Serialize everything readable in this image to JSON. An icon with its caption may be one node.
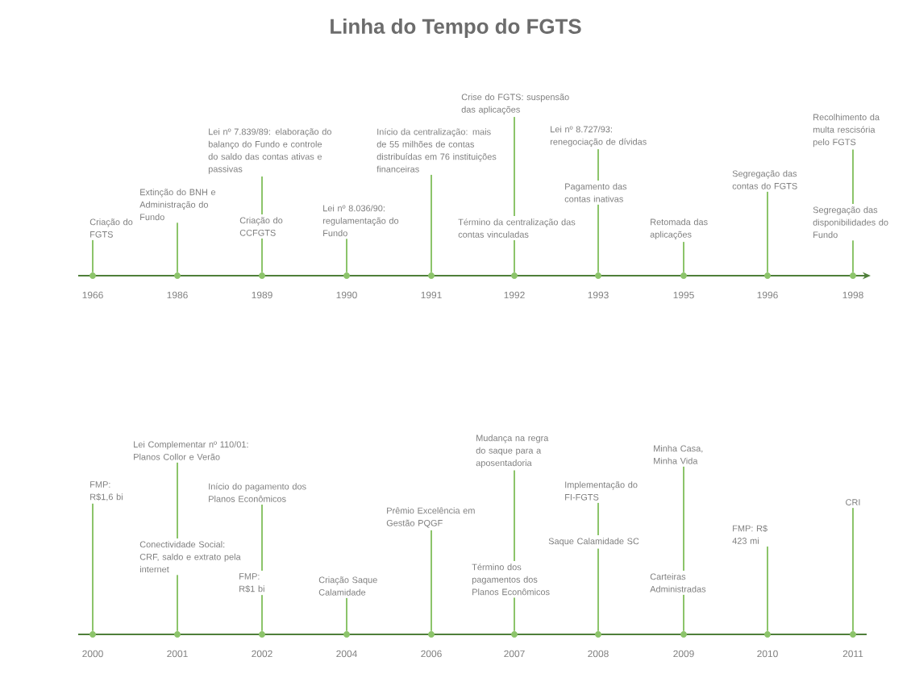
{
  "diagram": {
    "title": "Linha do Tempo do FGTS",
    "nodes": [
      {
        "text": [
          "Criação do FGTS"
        ]
      },
      {
        "text": [],
        "shape": "circle",
        "beside": [
          "1966"
        ]
      },
      {
        "text": [
          "Extinção do BNH e Administração do Fundo"
        ]
      },
      {
        "text": [],
        "shape": "circle",
        "beside": [
          "1986"
        ]
      },
      {
        "text": [
          "Lei nº 7.839/89: elaboração do balanço do Fundo e controle do saldo das contas ativas e passivas"
        ]
      },
      {
        "text": [
          "Criação do CCFGTS"
        ]
      },
      {
        "text": [],
        "shape": "circle",
        "beside": [
          "1989"
        ]
      },
      {
        "text": [
          "Lei nº 8.036/90: regulamentação do Fundo"
        ]
      },
      {
        "text": [],
        "shape": "circle",
        "beside": [
          "1990"
        ]
      },
      {
        "text": [
          "Início da centralização: mais de 55 milhões de contas distribuídas em 76 instituições financeiras"
        ]
      },
      {
        "text": [],
        "shape": "circle",
        "beside": [
          "1991"
        ]
      },
      {
        "text": [
          "Crise do FGTS: suspensão das aplicações"
        ]
      },
      {
        "text": [
          "Término da centralização das contas vinculadas"
        ]
      },
      {
        "text": [],
        "shape": "circle",
        "beside": [
          "1992"
        ]
      },
      {
        "text": [
          "Lei nº 8.727/93: renegociação de dívidas"
        ]
      },
      {
        "text": [
          "Pagamento das contas inativas"
        ]
      },
      {
        "text": [],
        "shape": "circle",
        "beside": [
          "1993"
        ]
      },
      {
        "text": [
          "Retomada das aplicações"
        ]
      },
      {
        "text": [],
        "shape": "circle",
        "beside": [
          "1995"
        ]
      },
      {
        "text": [
          "Segregação das contas do FGTS"
        ]
      },
      {
        "text": [],
        "shape": "circle",
        "beside": [
          "1996"
        ]
      },
      {
        "text": [
          "Recolhimento da multa rescisória pelo FGTS"
        ]
      },
      {
        "text": [
          "Segregação das disponibilidades do Fundo"
        ]
      },
      {
        "text": [],
        "shape": "circle",
        "beside": [
          "1998"
        ]
      },
      {
        "text": [
          "FMP: R$1,6 bi"
        ]
      },
      {
        "text": [],
        "shape": "circle",
        "beside": [
          "2000"
        ]
      },
      {
        "text": [
          "Lei Complementar nº 110/01: Planos Collor e Verão"
        ]
      },
      {
        "text": [
          "Conectividade Social: CRF, saldo e extrato pela internet"
        ]
      },
      {
        "text": [],
        "shape": "circle",
        "beside": [
          "2001"
        ]
      },
      {
        "text": [
          "Início do pagamento dos Planos Econômicos"
        ]
      },
      {
        "text": [
          "FMP: R$1 bi"
        ]
      },
      {
        "text": [],
        "shape": "circle",
        "beside": [
          "2002"
        ]
      },
      {
        "text": [
          "Criação Saque Calamidade"
        ]
      },
      {
        "text": [],
        "shape": "circle",
        "beside": [
          "2004"
        ]
      },
      {
        "text": [
          "Prêmio Excelência em Gestão PQGF"
        ]
      },
      {
        "text": [],
        "shape": "circle",
        "beside": [
          "2006"
        ]
      },
      {
        "text": [
          "Mudança na regra do saque para a aposentadoria"
        ]
      },
      {
        "text": [
          "Término dos pagamentos dos Planos Econômicos"
        ]
      },
      {
        "text": [],
        "shape": "circle",
        "beside": [
          "2007"
        ]
      },
      {
        "text": [
          "Implementação do FI-FGTS"
        ]
      },
      {
        "text": [
          "Saque Calamidade SC"
        ]
      },
      {
        "text": [],
        "shape": "circle",
        "beside": [
          "2008"
        ]
      },
      {
        "text": [
          "Minha Casa, Minha Vida"
        ]
      },
      {
        "text": [
          "Carteiras Administradas"
        ]
      },
      {
        "text": [],
        "shape": "circle",
        "beside": [
          "2009"
        ]
      },
      {
        "text": [
          "FMP: R$ 423 mi"
        ]
      },
      {
        "text": [],
        "shape": "circle",
        "beside": [
          "2010"
        ]
      },
      {
        "text": [
          "CRI"
        ]
      },
      {
        "text": [],
        "shape": "circle",
        "beside": [
          "2011"
        ]
      }
    ],
    "edges": [
      {
        "from": 0,
        "to": 1,
        "arrow": "none"
      },
      {
        "from": 2,
        "to": 3,
        "arrow": "none"
      },
      {
        "from": 4,
        "to": 5,
        "arrow": "none"
      },
      {
        "from": 5,
        "to": 6,
        "arrow": "none"
      },
      {
        "from": 7,
        "to": 8,
        "arrow": "none"
      },
      {
        "from": 9,
        "to": 10,
        "arrow": "none"
      },
      {
        "from": 11,
        "to": 12,
        "arrow": "none"
      },
      {
        "from": 12,
        "to": 13,
        "arrow": "none"
      },
      {
        "from": 14,
        "to": 15,
        "arrow": "none"
      },
      {
        "from": 15,
        "to": 16,
        "arrow": "none"
      },
      {
        "from": 17,
        "to": 18,
        "arrow": "none"
      },
      {
        "from": 19,
        "to": 20,
        "arrow": "none"
      },
      {
        "from": 21,
        "to": 22,
        "arrow": "none"
      },
      {
        "from": 22,
        "to": 23,
        "arrow": "none"
      },
      {
        "from": 24,
        "to": 25,
        "arrow": "none"
      },
      {
        "from": 26,
        "to": 27,
        "arrow": "none"
      },
      {
        "from": 27,
        "to": 28,
        "arrow": "none"
      },
      {
        "from": 29,
        "to": 30,
        "arrow": "none"
      },
      {
        "from": 30,
        "to": 31,
        "arrow": "none"
      },
      {
        "from": 32,
        "to": 33,
        "arrow": "none"
      },
      {
        "from": 34,
        "to": 35,
        "arrow": "none"
      },
      {
        "from": 36,
        "to": 37,
        "arrow": "none"
      },
      {
        "from": 37,
        "to": 38,
        "arrow": "none"
      },
      {
        "from": 39,
        "to": 40,
        "arrow": "none"
      },
      {
        "from": 40,
        "to": 41,
        "arrow": "none"
      },
      {
        "from": 42,
        "to": 43,
        "arrow": "none"
      },
      {
        "from": 43,
        "to": 44,
        "arrow": "none"
      },
      {
        "from": 45,
        "to": 46,
        "arrow": "none"
      },
      {
        "from": 47,
        "to": 48,
        "arrow": "none"
      }
    ]
  }
}
